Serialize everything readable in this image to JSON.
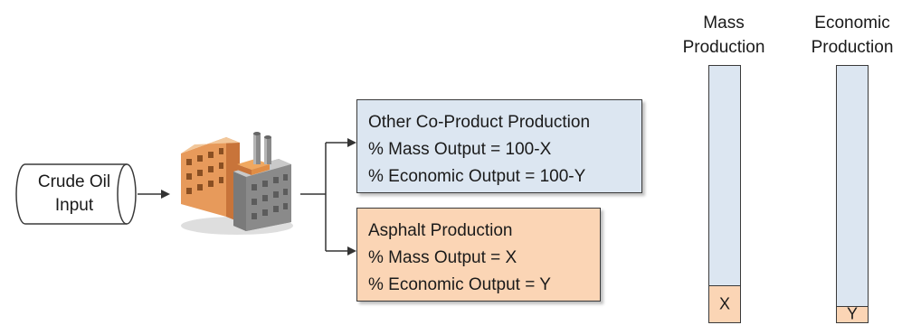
{
  "crude_oil": {
    "line1": "Crude Oil",
    "line2": "Input"
  },
  "co_product_box": {
    "title": "Other Co-Product Production",
    "mass": "% Mass Output = 100-X",
    "economic": "% Economic Output = 100-Y"
  },
  "asphalt_box": {
    "title": "Asphalt Production",
    "mass": "% Mass Output = X",
    "economic": "% Economic Output = Y"
  },
  "bars": [
    {
      "title_line1": "Mass",
      "title_line2": "Production",
      "lower_label": "X",
      "lower_fraction": 0.14
    },
    {
      "title_line1": "Economic",
      "title_line2": "Production",
      "lower_label": "Y",
      "lower_fraction": 0.06
    }
  ],
  "icons": {
    "refinery": "factory-icon"
  },
  "colors": {
    "co_product_fill": "#dce6f1",
    "asphalt_fill": "#fbd5b5",
    "bar_upper_fill": "#dce6f1",
    "bar_lower_fill": "#fbd5b5"
  }
}
